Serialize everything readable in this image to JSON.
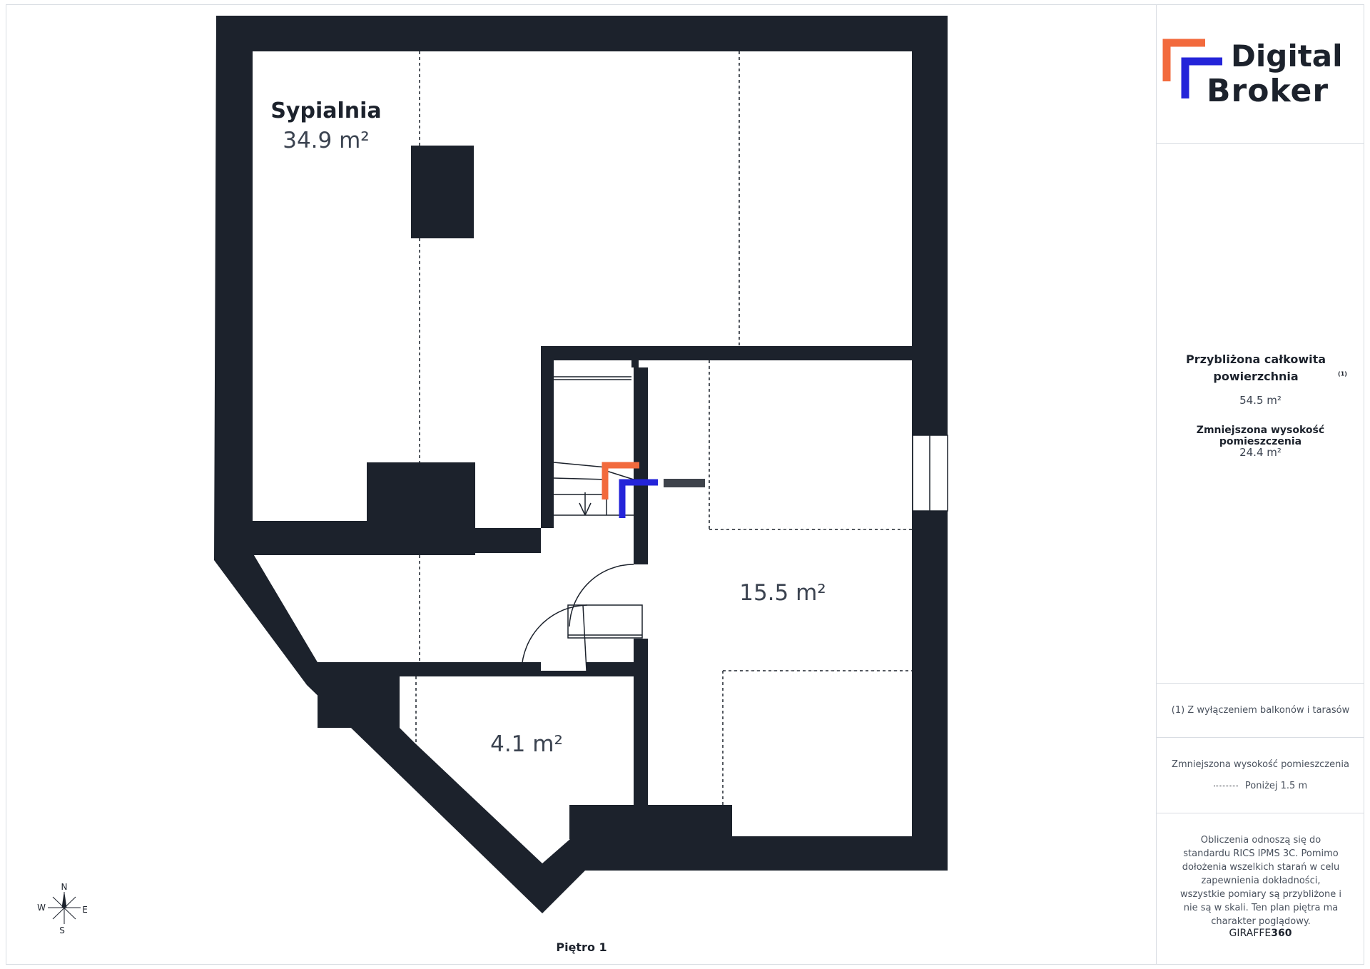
{
  "brand": {
    "line1": "Digital",
    "line2": "Broker",
    "accent_orange": "#f26a3d",
    "accent_blue": "#2424d9"
  },
  "colors": {
    "wall": "#1c222c"
  },
  "rooms": [
    {
      "name": "Sypialnia",
      "area": "34.9 m²"
    },
    {
      "name": "",
      "area": "15.5 m²"
    },
    {
      "name": "",
      "area": "4.1 m²"
    }
  ],
  "floor_label": "Piętro 1",
  "compass": {
    "n": "N",
    "s": "S",
    "e": "E",
    "w": "W"
  },
  "summary": {
    "total_label": "Przybliżona całkowita powierzchnia",
    "total_sup": "(1)",
    "total_value": "54.5 m²",
    "reduced_label": "Zmniejszona wysokość pomieszczenia",
    "reduced_value": "24.4 m²"
  },
  "footnote": "(1) Z wyłączeniem balkonów i tarasów",
  "legend": {
    "title": "Zmniejszona wysokość pomieszczenia",
    "item": "Poniżej 1.5 m"
  },
  "disclaimer": "Obliczenia odnoszą się do standardu RICS IPMS 3C. Pomimo dołożenia wszelkich starań w celu zapewnienia dokładności, wszystkie pomiary są przybliżone i nie są w skali. Ten plan piętra ma charakter poglądowy.",
  "credit": {
    "prefix": "GIRAFFE",
    "suffix": "360"
  }
}
